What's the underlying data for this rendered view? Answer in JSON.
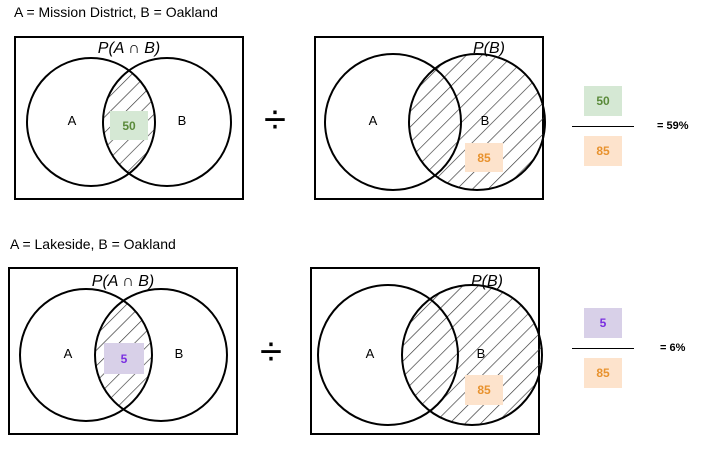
{
  "colors": {
    "green_fill": "#d5e8d4",
    "green_text": "#5a8a3a",
    "orange_fill": "#fde3cc",
    "orange_text": "#e8922e",
    "purple_fill": "#d8d0e8",
    "purple_text": "#7a2fe0",
    "hatch": "#333333"
  },
  "rows": [
    {
      "caption": "A = Mission District, B = Oakland",
      "intersection": {
        "title": "P(A ∩ B)",
        "label_a": "A",
        "label_b": "B",
        "value": "50",
        "color": "green"
      },
      "marginal": {
        "title": "P(B)",
        "label_a": "A",
        "label_b": "B",
        "value": "85",
        "color": "orange"
      },
      "divide_sign": "÷",
      "fraction": {
        "numerator": "50",
        "denominator": "85",
        "result": "= 59%",
        "numerator_color": "green"
      }
    },
    {
      "caption": "A = Lakeside, B = Oakland",
      "intersection": {
        "title": "P(A ∩ B)",
        "label_a": "A",
        "label_b": "B",
        "value": "5",
        "color": "purple"
      },
      "marginal": {
        "title": "P(B)",
        "label_a": "A",
        "label_b": "B",
        "value": "85",
        "color": "orange"
      },
      "divide_sign": "÷",
      "fraction": {
        "numerator": "5",
        "denominator": "85",
        "result": "= 6%",
        "numerator_color": "purple"
      }
    }
  ]
}
